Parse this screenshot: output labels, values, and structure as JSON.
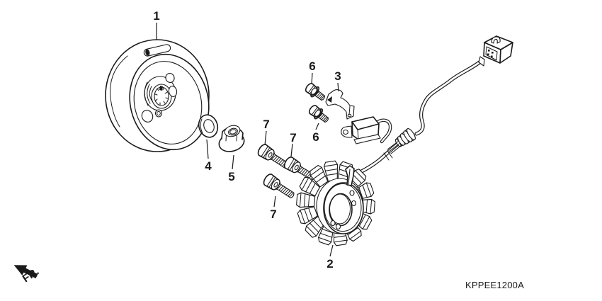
{
  "diagram": {
    "code": "KPPEE1200A",
    "direction_label": "FR.",
    "ink_color": "#1a1a1a",
    "background_color": "#ffffff",
    "callouts": [
      {
        "label": "1"
      },
      {
        "label": "2"
      },
      {
        "label": "3"
      },
      {
        "label": "4"
      },
      {
        "label": "5"
      },
      {
        "label": "6"
      },
      {
        "label": "6"
      },
      {
        "label": "7"
      },
      {
        "label": "7"
      },
      {
        "label": "7"
      }
    ]
  }
}
